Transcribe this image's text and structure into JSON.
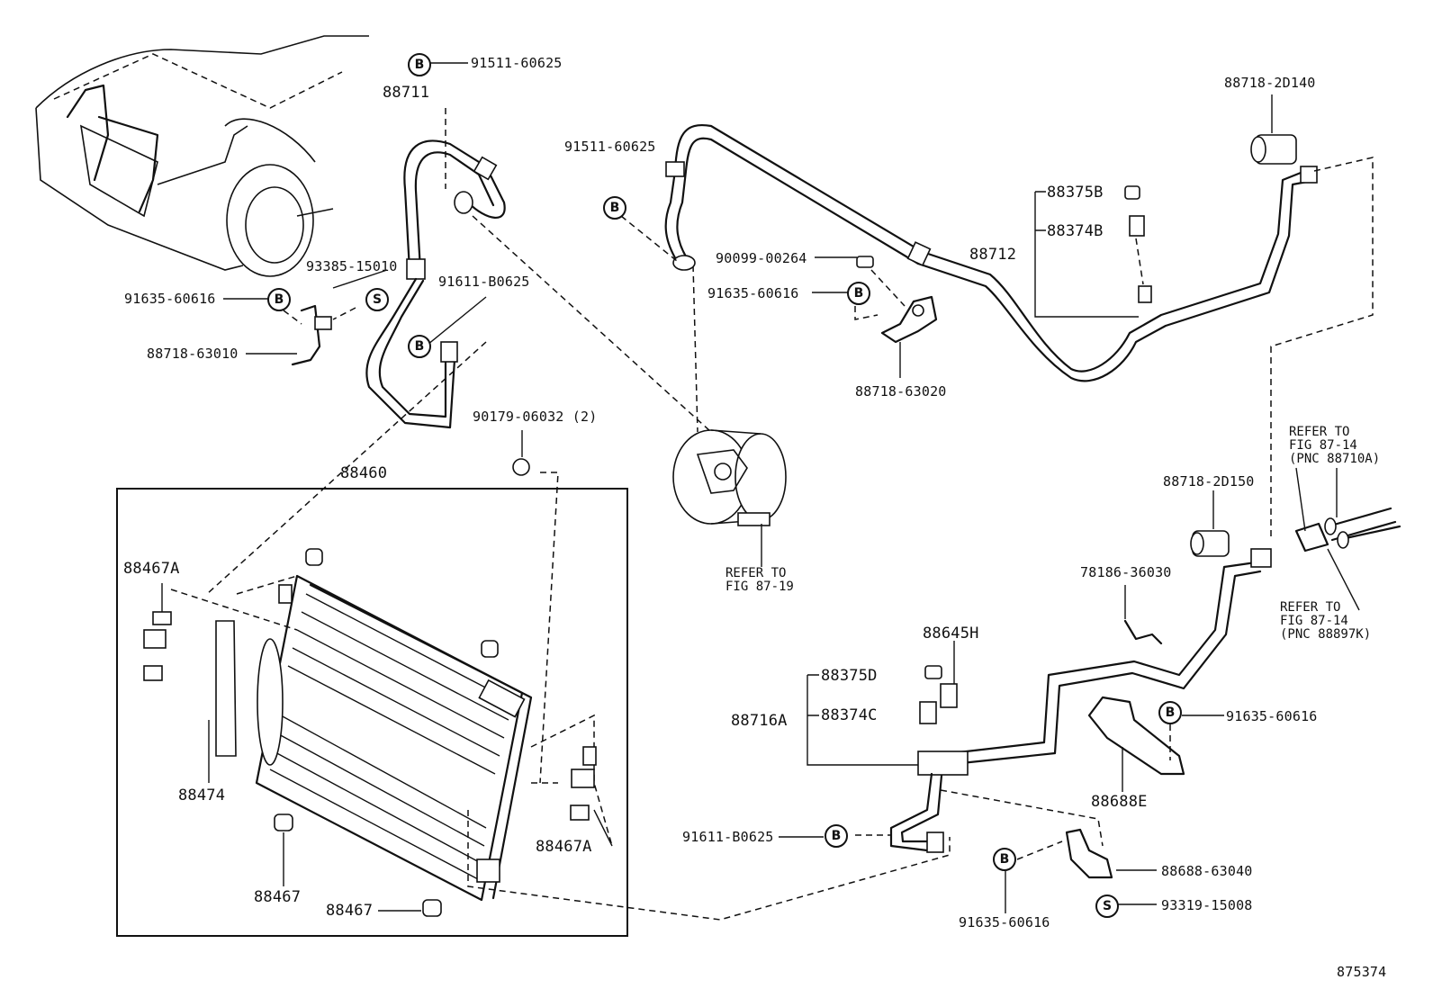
{
  "labels": {
    "p91511_60625_top": "91511-60625",
    "p88711": "88711",
    "p93385_15010": "93385-15010",
    "p91635_60616_left": "91635-60616",
    "p88718_63010": "88718-63010",
    "p91611_B0625_top": "91611-B0625",
    "p90179_06032": "90179-06032 (2)",
    "p88460": "88460",
    "p88467A_left": "88467A",
    "p88474": "88474",
    "p88467_a": "88467",
    "p88467_b": "88467",
    "p88467A_right": "88467A",
    "p91511_60625_mid": "91511-60625",
    "p90099_00264": "90099-00264",
    "p91635_60616_mid": "91635-60616",
    "p88718_63020": "88718-63020",
    "p88718_2D140": "88718-2D140",
    "p88375B": "88375B",
    "p88374B": "88374B",
    "p88712": "88712",
    "p88718_2D150": "88718-2D150",
    "p78186_36030": "78186-36030",
    "p88645H": "88645H",
    "p88375D": "88375D",
    "p88716A": "88716A",
    "p88374C": "88374C",
    "p91635_60616_right": "91635-60616",
    "p88688E": "88688E",
    "p91611_B0625_bottom": "91611-B0625",
    "p88688_63040": "88688-63040",
    "p93319_15008": "93319-15008",
    "p91635_60616_bottom": "91635-60616",
    "diagram_id": "875374"
  },
  "refs": {
    "fig_87_19": "REFER TO\nFIG 87-19",
    "fig_87_14_a": "REFER TO\nFIG 87-14\n(PNC 88710A)",
    "fig_87_14_b": "REFER TO\nFIG 87-14\n(PNC 88897K)"
  },
  "symbols": {
    "b": "B",
    "s": "S"
  }
}
